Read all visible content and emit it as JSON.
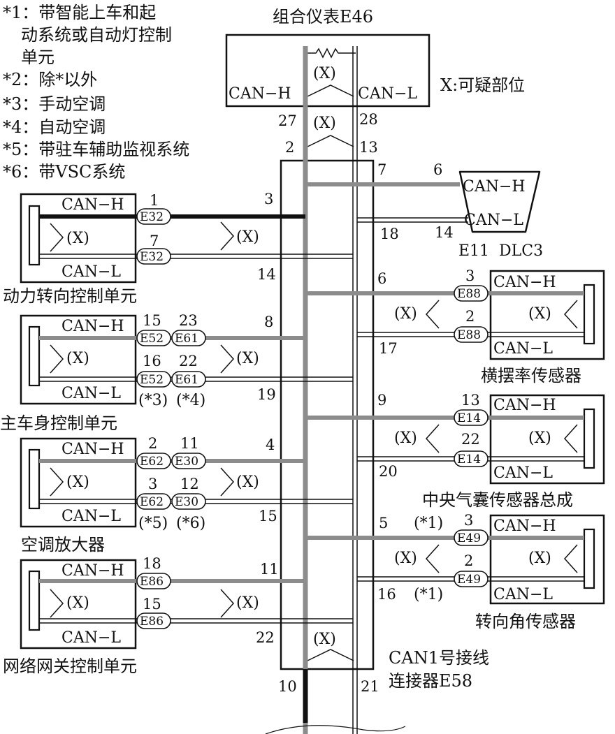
{
  "notes": [
    "*1：带智能上车和起",
    "动系统或自动灯控制",
    "单元",
    "*2：除*以外",
    "*3：手动空调",
    "*4：自动空调",
    "*5：带驻车辅助监视系统",
    "*6：带VSC系统"
  ],
  "suspect_note": "X:可疑部位",
  "suspect_mark": "(X)",
  "combo_meter": {
    "title": "组合仪表E46",
    "can_h": "CAN−H",
    "can_l": "CAN−L",
    "pin_h": "27",
    "pin_l": "28"
  },
  "junction": {
    "name_line1": "CAN1号接线",
    "name_line2": "连接器E58",
    "pin_top_h": "2",
    "pin_top_l": "13",
    "pin_bottom_h": "10",
    "pin_bottom_l": "21"
  },
  "left_units": [
    {
      "name": "动力转向控制单元",
      "can_h": "CAN−H",
      "can_l": "CAN−L",
      "conn_h": [
        "E32"
      ],
      "conn_l": [
        "E32"
      ],
      "pins_h": [
        "1"
      ],
      "pins_l": [
        "7"
      ],
      "junc_h": "3",
      "junc_l": "14",
      "notes": []
    },
    {
      "name": "主车身控制单元",
      "can_h": "CAN−H",
      "can_l": "CAN−L",
      "conn_h": [
        "E52",
        "E61"
      ],
      "conn_l": [
        "E52",
        "E61"
      ],
      "pins_h": [
        "15",
        "23"
      ],
      "pins_l": [
        "16",
        "22"
      ],
      "junc_h": "8",
      "junc_l": "19",
      "notes": [
        "(*3)",
        "(*4)"
      ]
    },
    {
      "name": "空调放大器",
      "can_h": "CAN−H",
      "can_l": "CAN−L",
      "conn_h": [
        "E62",
        "E30"
      ],
      "conn_l": [
        "E62",
        "E30"
      ],
      "pins_h": [
        "2",
        "11"
      ],
      "pins_l": [
        "3",
        "12"
      ],
      "junc_h": "4",
      "junc_l": "15",
      "notes": [
        "(*5)",
        "(*6)"
      ]
    },
    {
      "name": "网络网关控制单元",
      "can_h": "CAN−H",
      "can_l": "CAN−L",
      "conn_h": [
        "E86"
      ],
      "conn_l": [
        "E86"
      ],
      "pins_h": [
        "18"
      ],
      "pins_l": [
        "15"
      ],
      "junc_h": "11",
      "junc_l": "22",
      "notes": []
    }
  ],
  "dlc": {
    "name": "E11  DLC3",
    "can_h": "CAN−H",
    "can_l": "CAN−L",
    "pin_h": "6",
    "pin_l": "14",
    "junc_h": "7",
    "junc_l": "18"
  },
  "right_units": [
    {
      "name": "横摆率传感器",
      "can_h": "CAN−H",
      "can_l": "CAN−L",
      "conn": "E88",
      "pin_h": "3",
      "pin_l": "2",
      "junc_h": "6",
      "junc_l": "17",
      "note_h": "",
      "note_l": ""
    },
    {
      "name": "中央气囊传感器总成",
      "can_h": "CAN−H",
      "can_l": "CAN−L",
      "conn": "E14",
      "pin_h": "13",
      "pin_l": "22",
      "junc_h": "9",
      "junc_l": "20",
      "note_h": "",
      "note_l": ""
    },
    {
      "name": "转向角传感器",
      "can_h": "CAN−H",
      "can_l": "CAN−L",
      "conn": "E49",
      "pin_h": "3",
      "pin_l": "2",
      "junc_h": "5",
      "junc_l": "16",
      "note_h": "(*1)",
      "note_l": "(*1)"
    }
  ]
}
